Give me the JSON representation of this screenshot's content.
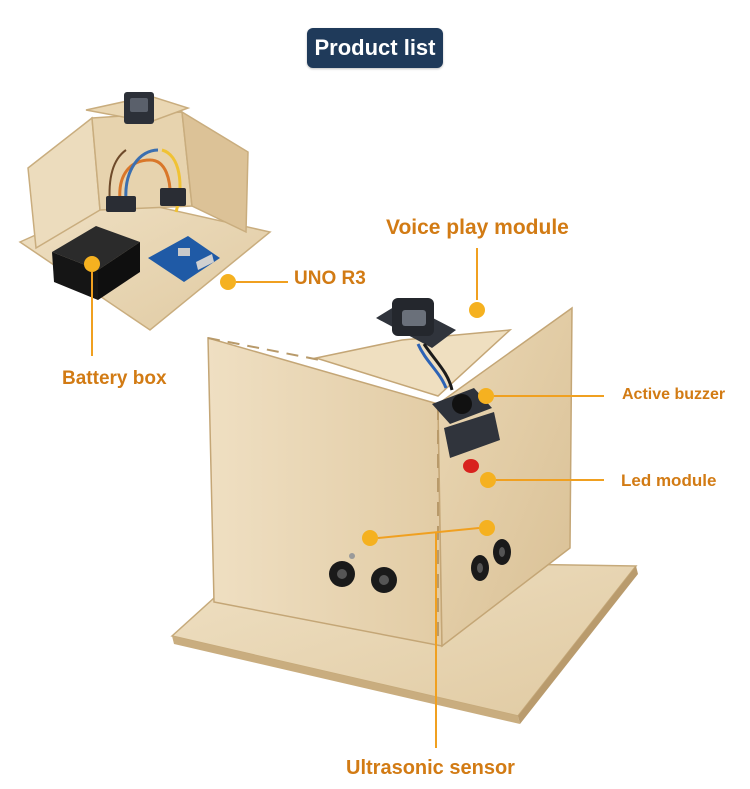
{
  "header": {
    "title": "Product list"
  },
  "labels": {
    "voice_play_module": "Voice play module",
    "uno_r3": "UNO R3",
    "battery_box": "Battery box",
    "active_buzzer": "Active buzzer",
    "led_module": "Led module",
    "ultrasonic_sensor": "Ultrasonic sensor"
  },
  "colors": {
    "title_background": "#1f3a5a",
    "label_text": "#d27b14",
    "marker_dot": "#f5b120",
    "leader_line": "#f0a020",
    "wood": "#e4cfaa",
    "wood_edge": "#c7ab7c"
  }
}
